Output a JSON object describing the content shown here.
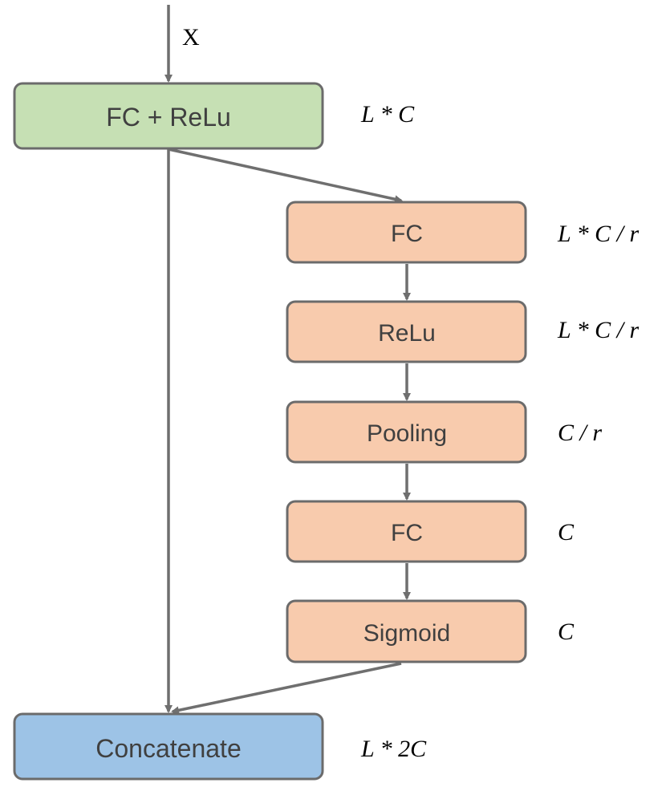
{
  "input": {
    "label": "X"
  },
  "nodes": {
    "fc_relu": {
      "label": "FC + ReLu",
      "dim": "L * C"
    },
    "fc1": {
      "label": "FC",
      "dim": "L * C / r"
    },
    "relu": {
      "label": "ReLu",
      "dim": "L * C / r"
    },
    "pooling": {
      "label": "Pooling",
      "dim": "C / r"
    },
    "fc2": {
      "label": "FC",
      "dim": "C"
    },
    "sigmoid": {
      "label": "Sigmoid",
      "dim": "C"
    },
    "concatenate": {
      "label": "Concatenate",
      "dim": "L * 2C"
    }
  },
  "colors": {
    "green": "#c6e0b4",
    "orange": "#f8cbad",
    "blue": "#9dc3e6",
    "stroke": "#6b6b6b"
  }
}
